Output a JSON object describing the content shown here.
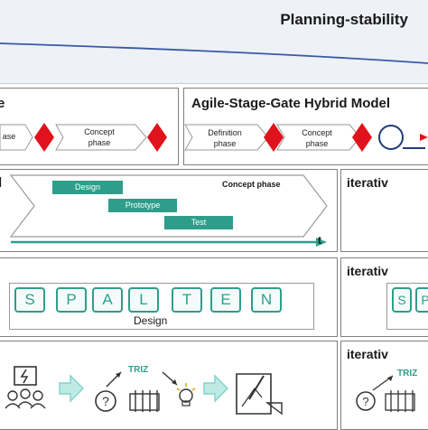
{
  "header": {
    "title": "Planning-stability"
  },
  "row1": {
    "left_partial_label": "e",
    "left_phase_fragment": "ase",
    "left_concept_phase": "Concept\nphase",
    "right_title": "Agile-Stage-Gate Hybrid Model",
    "right_definition_phase": "Definition\nphase",
    "right_concept_phase": "Concept\nphase"
  },
  "row2": {
    "left_partial_label": "l",
    "concept_phase": "Concept phase",
    "bars": [
      "Design",
      "Prototype",
      "Test"
    ],
    "time_axis_label": "t",
    "right_label": "iterativ"
  },
  "row3": {
    "letters": [
      "S",
      "P",
      "A",
      "L",
      "T",
      "E",
      "N"
    ],
    "design_label": "Design",
    "right_label": "iterativ",
    "right_letters": [
      "S",
      "P"
    ]
  },
  "row4": {
    "triz_label": "TRIZ",
    "right_label": "iterativ",
    "right_triz_label": "TRIZ"
  },
  "colors": {
    "accent": "#2e9e8a",
    "gate": "#e0121b",
    "border": "#7f7f7f",
    "arrow": "#7fd3c8"
  }
}
